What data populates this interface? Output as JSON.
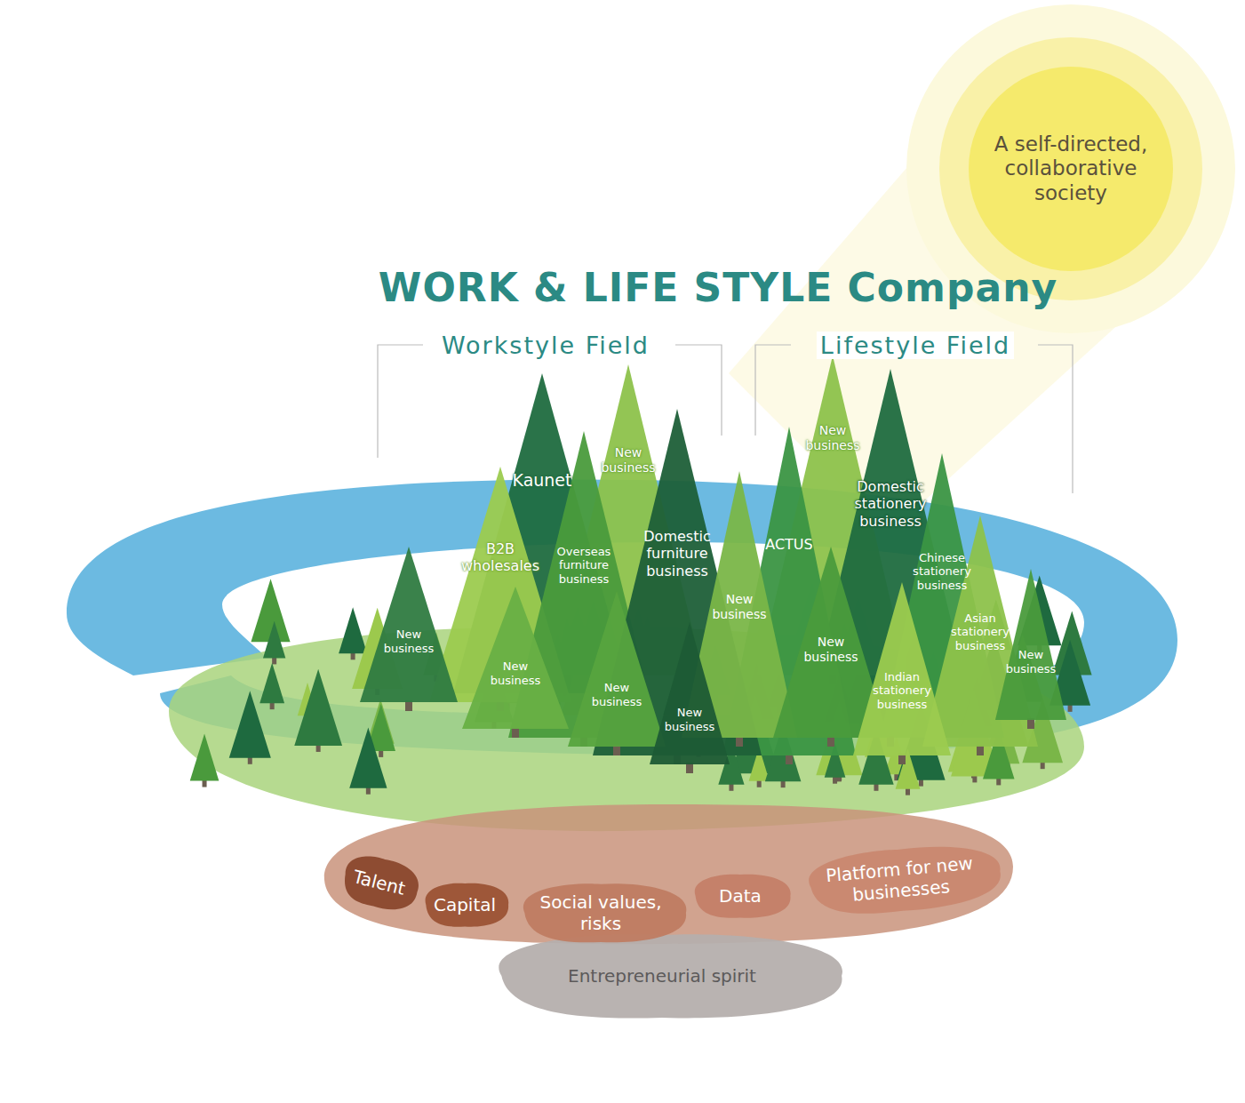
{
  "diagram": {
    "title": "WORK & LIFE STYLE Company",
    "nodes": [
      {
        "text": [
          "A self-directed, collaborative society"
        ]
      },
      {
        "text": [
          "Kaunet"
        ]
      },
      {
        "text": [
          "New business"
        ]
      },
      {
        "text": [
          "B2B wholesales"
        ]
      },
      {
        "text": [
          "Overseas furniture business"
        ]
      },
      {
        "text": [
          "Domestic furniture business"
        ]
      },
      {
        "text": [
          "New business"
        ]
      },
      {
        "text": [
          "New business"
        ]
      },
      {
        "text": [
          "New business"
        ]
      },
      {
        "text": [
          "New business"
        ]
      },
      {
        "text": [
          "New business"
        ]
      },
      {
        "text": [
          "Domestic stationery business"
        ]
      },
      {
        "text": [
          "ACTUS"
        ]
      },
      {
        "text": [
          "Chinese stationery business"
        ]
      },
      {
        "text": [
          "New business"
        ]
      },
      {
        "text": [
          "New business"
        ]
      },
      {
        "text": [
          "Asian stationery business"
        ]
      },
      {
        "text": [
          "New business"
        ]
      },
      {
        "text": [
          "Indian stationery business"
        ]
      },
      {
        "text": [
          "Talent"
        ]
      },
      {
        "text": [
          "Capital"
        ]
      },
      {
        "text": [
          "Social values, risks"
        ]
      },
      {
        "text": [
          "Data"
        ]
      },
      {
        "text": [
          "Platform for new businesses"
        ]
      },
      {
        "text": [
          "Entrepreneurial spirit"
        ]
      }
    ],
    "labels": [
      "Workstyle Field",
      "Lifestyle Field"
    ]
  }
}
